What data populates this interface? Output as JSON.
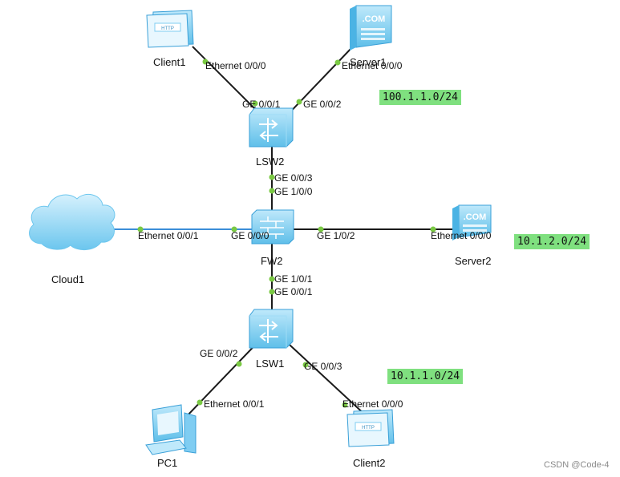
{
  "devices": {
    "client1": "Client1",
    "server1": "Server1",
    "lsw2": "LSW2",
    "cloud1": "Cloud1",
    "fw2": "FW2",
    "server2": "Server2",
    "lsw1": "LSW1",
    "pc1": "PC1",
    "client2": "Client2"
  },
  "ports": {
    "client1_eth": "Ethernet 0/0/0",
    "server1_eth": "Ethernet 0/0/0",
    "lsw2_ge001": "GE 0/0/1",
    "lsw2_ge002": "GE 0/0/2",
    "lsw2_ge003": "GE 0/0/3",
    "fw2_ge100": "GE 1/0/0",
    "cloud1_eth": "Ethernet 0/0/1",
    "fw2_ge000": "GE 0/0/0",
    "fw2_ge102": "GE 1/0/2",
    "server2_eth": "Ethernet 0/0/0",
    "fw2_ge101": "GE 1/0/1",
    "lsw1_ge001": "GE 0/0/1",
    "lsw1_ge002": "GE 0/0/2",
    "lsw1_ge003": "GE 0/0/3",
    "pc1_eth": "Ethernet 0/0/1",
    "client2_eth": "Ethernet 0/0/0"
  },
  "subnets": {
    "top": "100.1.1.0/24",
    "right": "10.1.2.0/24",
    "bottom": "10.1.1.0/24"
  },
  "icon_text": {
    "http": "HTTP",
    "com": ".COM"
  },
  "watermark": "CSDN @Code-4",
  "colors": {
    "link": "#1a1a1a",
    "cloud_link": "#3b8ed8",
    "port_dot": "#7ac943",
    "subnet_bg": "#7fe07f",
    "device_blue": "#7fcdf2"
  }
}
